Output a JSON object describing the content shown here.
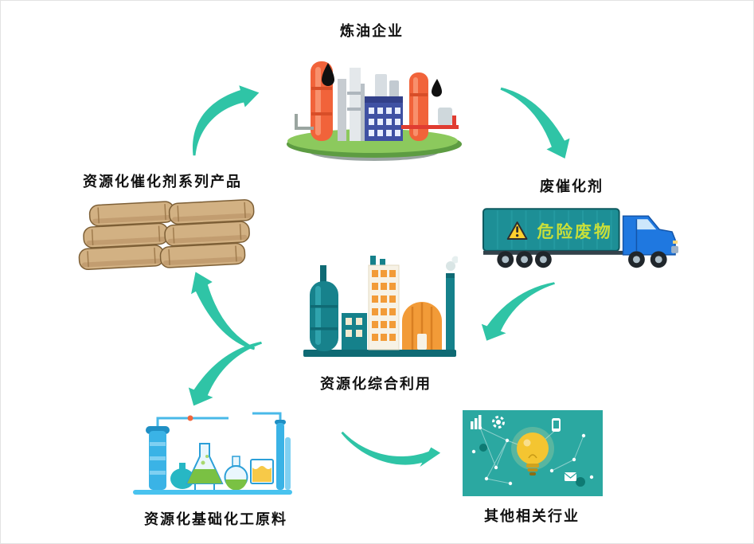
{
  "diagram": {
    "nodes": {
      "refinery": {
        "label": "炼油企业"
      },
      "waste_catalyst": {
        "label": "废催化剂"
      },
      "recycling": {
        "label": "资源化综合利用"
      },
      "catalyst_products": {
        "label": "资源化催化剂系列产品"
      },
      "chemical_materials": {
        "label": "资源化基础化工原料"
      },
      "other_industries": {
        "label": "其他相关行业"
      }
    },
    "truck": {
      "container_text": "危险废物"
    },
    "edges": [
      {
        "from": "catalyst_products",
        "to": "refinery"
      },
      {
        "from": "refinery",
        "to": "waste_catalyst"
      },
      {
        "from": "waste_catalyst",
        "to": "recycling"
      },
      {
        "from": "recycling",
        "to": "catalyst_products"
      },
      {
        "from": "recycling",
        "to": "chemical_materials"
      },
      {
        "from": "chemical_materials",
        "to": "other_industries"
      }
    ]
  },
  "colors": {
    "background": "#ffffff",
    "label_text": "#111111",
    "arrow": "#2fc4a6",
    "island_green": "#8cc95d",
    "tower_orange": "#f1633a",
    "truck_container": "#1d8f96",
    "truck_cab": "#1f78e0",
    "container_text": "#c8df3a",
    "warning_yellow": "#ffd12e",
    "factory_teal": "#17828c",
    "factory_orange": "#f29b38",
    "plant_blue": "#3ab3e6",
    "flask_green": "#7ac143",
    "bag_tan": "#d2b183",
    "innovation_bg": "#2ba8a1",
    "bulb_yellow": "#f4c531"
  }
}
